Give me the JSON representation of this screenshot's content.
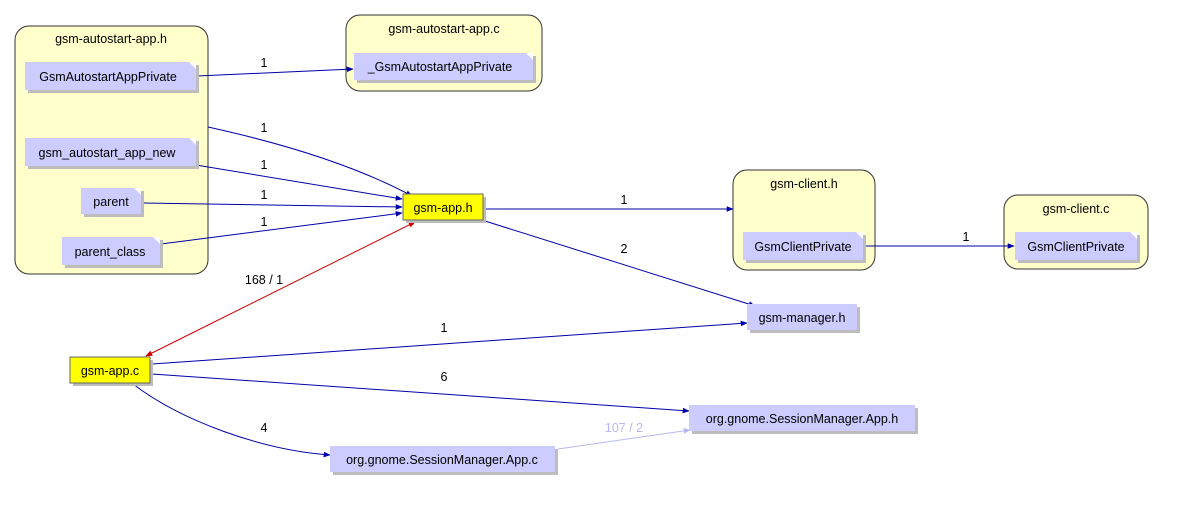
{
  "colors": {
    "edge_default": "#0000aa",
    "edge_circular": "#cc0000",
    "edge_faint": "#b8b8ee",
    "group_fill": "#ffffcc",
    "node_fill": "#ccccff",
    "node_highlight": "#ffff00"
  },
  "groups": {
    "autostart_h": {
      "title": "gsm-autostart-app.h"
    },
    "autostart_c": {
      "title": "gsm-autostart-app.c"
    },
    "client_h": {
      "title": "gsm-client.h"
    },
    "client_c": {
      "title": "gsm-client.c"
    }
  },
  "nodes": {
    "autostart_private": "GsmAutostartAppPrivate",
    "autostart_private_c": "_GsmAutostartAppPrivate",
    "autostart_new": "gsm_autostart_app_new",
    "parent": "parent",
    "parent_class": "parent_class",
    "app_h": "gsm-app.h",
    "client_private_h": "GsmClientPrivate",
    "client_private_c": "GsmClientPrivate",
    "manager_h": "gsm-manager.h",
    "app_c": "gsm-app.c",
    "sm_app_h": "org.gnome.SessionManager.App.h",
    "sm_app_c": "org.gnome.SessionManager.App.c"
  },
  "edges": {
    "private_to_private_c": "1",
    "autostart_group_to_app_h": "1",
    "new_to_app_h": "1",
    "parent_to_app_h": "1",
    "parent_class_to_app_h": "1",
    "app_h_to_client_h": "1",
    "client_private_to_client_c": "1",
    "app_h_to_manager_h": "2",
    "app_c_app_h_circular": "168 / 1",
    "app_c_to_manager_h": "1",
    "app_c_to_sm_app_h": "6",
    "app_c_to_sm_app_c": "4",
    "sm_app_c_to_sm_app_h": "107 / 2"
  }
}
